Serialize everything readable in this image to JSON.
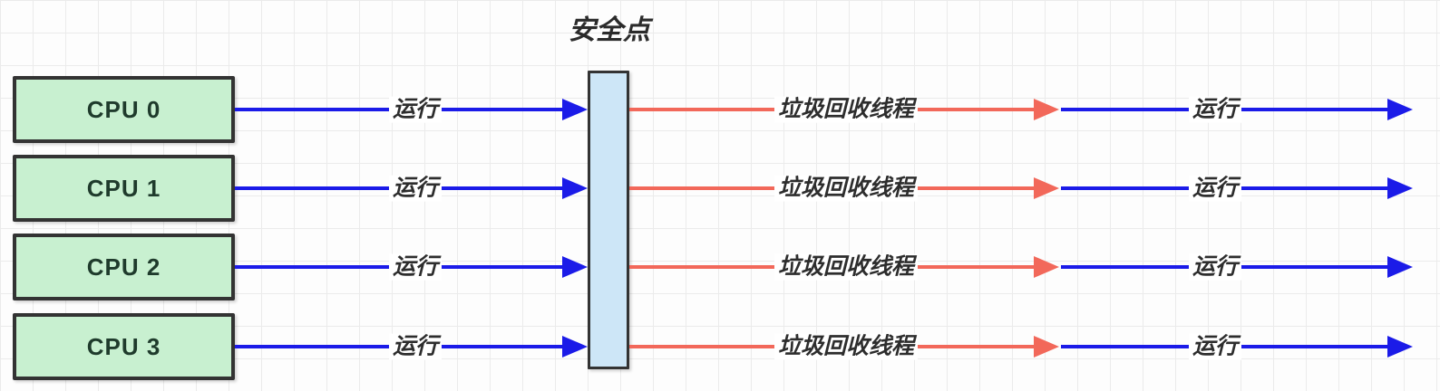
{
  "title": "安全点",
  "rows": [
    {
      "cpu_label": "CPU 0",
      "run_before_label": "运行",
      "gc_label": "垃圾回收线程",
      "run_after_label": "运行"
    },
    {
      "cpu_label": "CPU 1",
      "run_before_label": "运行",
      "gc_label": "垃圾回收线程",
      "run_after_label": "运行"
    },
    {
      "cpu_label": "CPU 2",
      "run_before_label": "运行",
      "gc_label": "垃圾回收线程",
      "run_after_label": "运行"
    },
    {
      "cpu_label": "CPU 3",
      "run_before_label": "运行",
      "gc_label": "垃圾回收线程",
      "run_after_label": "运行"
    }
  ],
  "colors": {
    "run_arrow": "#1b1be8",
    "gc_arrow": "#f2685a",
    "cpu_box_fill": "#c8f0d0",
    "cpu_box_border": "#333333",
    "safepoint_bar_fill": "#cde6f7",
    "safepoint_bar_border": "#333333",
    "label_text": "#2d2d2d",
    "cpu_text": "#1f3b2c"
  }
}
